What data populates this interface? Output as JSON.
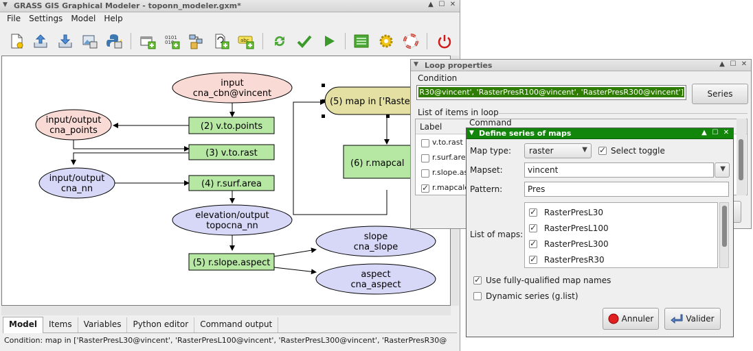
{
  "main_window": {
    "title": "GRASS GIS Graphical Modeler - toponn_modeler.gxm*",
    "menu": [
      "File",
      "Settings",
      "Model",
      "Help"
    ]
  },
  "toolbar_icons": [
    "new-model-icon",
    "load-model-icon",
    "save-model-icon",
    "export-image-icon",
    "export-python-icon",
    "add-command-icon",
    "add-data-icon",
    "add-relation-icon",
    "add-loop-icon",
    "add-comment-icon",
    "redraw-icon",
    "validate-icon",
    "run-icon",
    "variables-icon",
    "settings-icon",
    "help-icon",
    "quit-icon"
  ],
  "graph": {
    "nodes": {
      "input": {
        "l1": "input",
        "l2": "cna_cbn@vincent"
      },
      "input_output_points": {
        "l1": "input/output",
        "l2": "cna_points"
      },
      "v_to_points": "(2) v.to.points",
      "v_to_rast": "(3) v.to.rast",
      "input_output_nn": {
        "l1": "input/output",
        "l2": "cna_nn"
      },
      "r_surf_area": "(4) r.surf.area",
      "elevation_output": {
        "l1": "elevation/output",
        "l2": "topocna_nn"
      },
      "r_slope_aspect": "(5) r.slope.aspect",
      "slope": {
        "l1": "slope",
        "l2": "cna_slope"
      },
      "aspect": {
        "l1": "aspect",
        "l2": "cna_aspect"
      },
      "loop": "(5) map in ['Raster",
      "r_mapcalc": "(6) r.mapcal"
    }
  },
  "bottom_tabs": [
    "Model",
    "Items",
    "Variables",
    "Python editor",
    "Command output"
  ],
  "status_text": "Condition: map in ['RasterPresL30@vincent', 'RasterPresL100@vincent', 'RasterPresL300@vincent', 'RasterPresR30@",
  "loop_dialog": {
    "title": "Loop properties",
    "condition_label": "Condition",
    "condition_value": "R30@vincent', 'RasterPresR100@vincent', 'RasterPresR300@vincent']",
    "series_button": "Series",
    "items_label": "List of items in loop",
    "columns": [
      "Label",
      "Command"
    ],
    "rows": [
      {
        "label": "v.to.rast",
        "checked": false
      },
      {
        "label": "r.surf.area",
        "checked": false
      },
      {
        "label": "r.slope.asp",
        "checked": false
      },
      {
        "label": "r.mapcalc",
        "checked": true
      }
    ]
  },
  "series_dialog": {
    "title": "Define series of maps",
    "map_type_label": "Map type:",
    "map_type_value": "raster",
    "select_toggle": "Select toggle",
    "mapset_label": "Mapset:",
    "mapset_value": "vincent",
    "pattern_label": "Pattern:",
    "pattern_value": "Pres",
    "list_label": "List of maps:",
    "maps": [
      "RasterPresL30",
      "RasterPresL100",
      "RasterPresL300",
      "RasterPresR30"
    ],
    "fully_qualified": "Use fully-qualified map names",
    "dynamic": "Dynamic series (g.list)",
    "cancel_button": "Annuler",
    "ok_button": "Valider"
  }
}
